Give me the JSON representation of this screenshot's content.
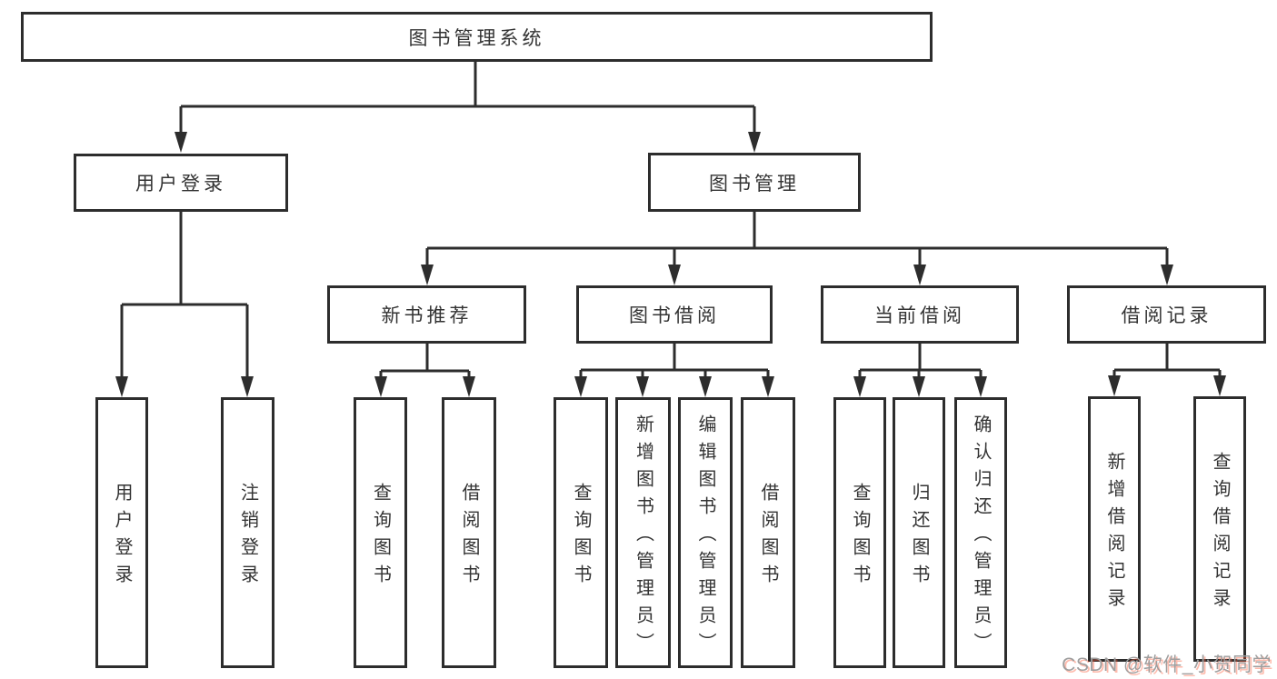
{
  "diagram": {
    "root": "图书管理系统",
    "login_branch": {
      "label": "用户登录",
      "children": [
        "用户登录",
        "注销登录"
      ]
    },
    "management_branch": {
      "label": "图书管理",
      "sections": [
        {
          "label": "新书推荐",
          "children": [
            "查询图书",
            "借阅图书"
          ]
        },
        {
          "label": "图书借阅",
          "children": [
            "查询图书",
            "新增图书（管理员）",
            "编辑图书（管理员）",
            "借阅图书"
          ]
        },
        {
          "label": "当前借阅",
          "children": [
            "查询图书",
            "归还图书",
            "确认归还（管理员）"
          ]
        },
        {
          "label": "借阅记录",
          "children": [
            "新增借阅记录",
            "查询借阅记录"
          ]
        }
      ]
    }
  },
  "watermark": {
    "text": "CSDN @软件_小贺同学"
  },
  "colors": {
    "background": "#ffffff",
    "box_border": "#2d2d2d",
    "line": "#2d2d2d",
    "text": "#333333",
    "watermark_text": "#9e9e9e",
    "watermark_shadow": "#fc5531"
  }
}
